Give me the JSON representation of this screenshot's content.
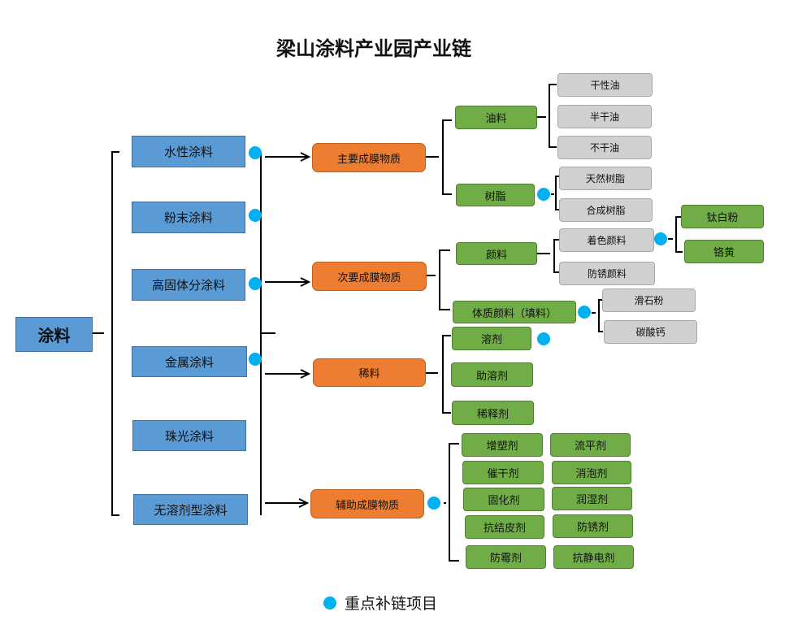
{
  "title": "梁山涂料产业园产业链",
  "root": "涂料",
  "coating_types": [
    "水性涂料",
    "粉末涂料",
    "高固体分涂料",
    "金属涂料",
    "珠光涂料",
    "无溶剂型涂料"
  ],
  "categories": [
    "主要成膜物质",
    "次要成膜物质",
    "稀料",
    "辅助成膜物质"
  ],
  "main_film": {
    "items": [
      "油料",
      "树脂"
    ],
    "oil_types": [
      "干性油",
      "半干油",
      "不干油"
    ],
    "resin_types": [
      "天然树脂",
      "合成树脂"
    ]
  },
  "secondary_film": {
    "items": [
      "颜料",
      "体质颜料（填料）"
    ],
    "pigment_types": [
      "着色颜料",
      "防锈颜料"
    ],
    "coloring_pigments": [
      "钛白粉",
      "铬黄"
    ],
    "extender_types": [
      "滑石粉",
      "碳酸钙"
    ]
  },
  "thinner": [
    "溶剂",
    "助溶剂",
    "稀释剂"
  ],
  "auxiliary": [
    "增塑剂",
    "流平剂",
    "催干剂",
    "消泡剂",
    "固化剂",
    "润湿剂",
    "抗结皮剂",
    "防锈剂",
    "防霉剂",
    "抗静电剂"
  ],
  "legend": {
    "label": "重点补链项目"
  },
  "colors": {
    "blue_box": "#5b9bd5",
    "orange_box": "#ed7d31",
    "green_box": "#70ad47",
    "gray_box": "#d0d0d0",
    "key_dot": "#00b0f0"
  }
}
